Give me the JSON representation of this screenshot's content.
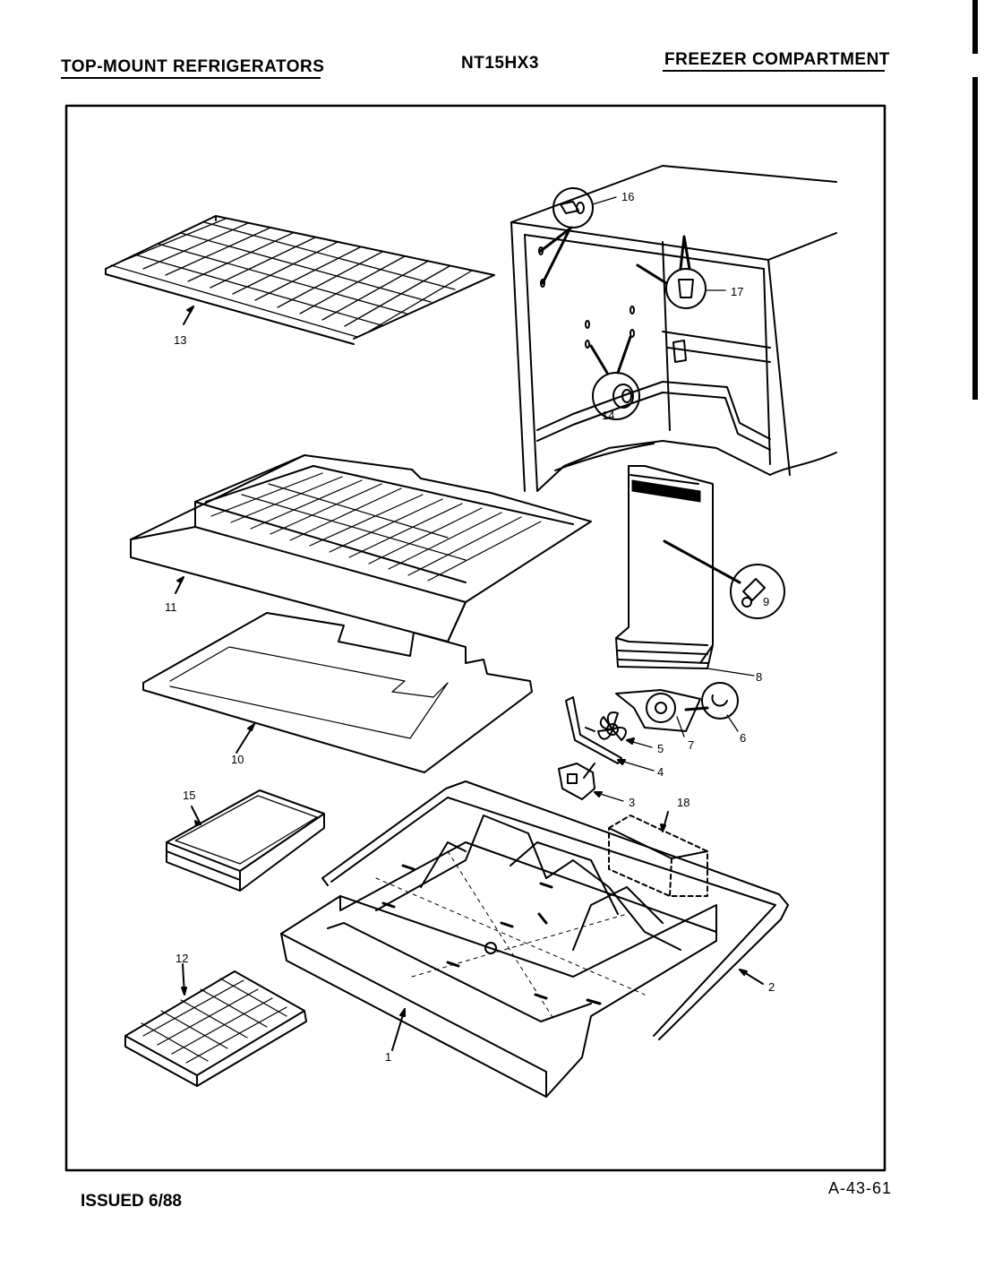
{
  "header": {
    "left_title": "TOP-MOUNT REFRIGERATORS",
    "model": "NT15HX3",
    "right_title": "FREEZER COMPARTMENT"
  },
  "footer": {
    "issued": "ISSUED 6/88",
    "page_code": "A-43-61"
  },
  "part_labels": {
    "p1": "1",
    "p2": "2",
    "p3": "3",
    "p4": "4",
    "p5": "5",
    "p6": "6",
    "p7": "7",
    "p8": "8",
    "p9": "9",
    "p10": "10",
    "p11": "11",
    "p12": "12",
    "p13": "13",
    "p14": "14",
    "p15": "15",
    "p16": "16",
    "p17": "17",
    "p18": "18"
  }
}
